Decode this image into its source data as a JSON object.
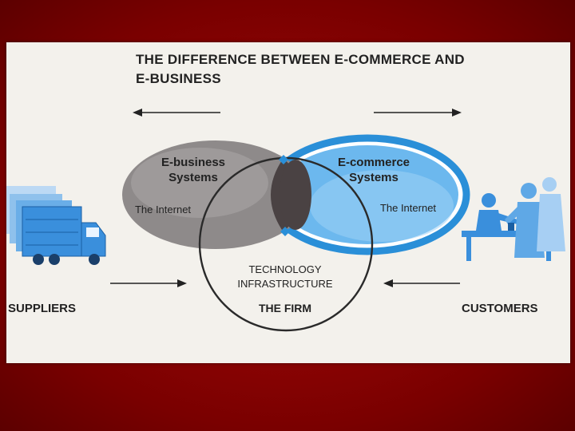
{
  "title": {
    "line1": "THE DIFFERENCE BETWEEN E-COMMERCE AND",
    "line2": "E-BUSINESS"
  },
  "circles": {
    "ebusiness": {
      "line1": "E-business",
      "line2": "Systems",
      "internet": "The Internet"
    },
    "ecommerce": {
      "line1": "E-commerce",
      "line2": "Systems",
      "internet": "The Internet"
    },
    "firm": {
      "line1": "TECHNOLOGY",
      "line2": "INFRASTRUCTURE",
      "label": "THE FIRM"
    }
  },
  "sides": {
    "suppliers": "SUPPLIERS",
    "customers": "CUSTOMERS"
  },
  "icons": {
    "left": "truck-icon",
    "right": "customers-icon"
  },
  "colors": {
    "frame_red": "#8b0000",
    "ebusiness_gray": "#8f8b8b",
    "ecommerce_blue": "#5fb0ea",
    "ring_blue": "#2a8fd8",
    "overlap": "#4d4546",
    "truck_blue": "#3a8fdc"
  }
}
